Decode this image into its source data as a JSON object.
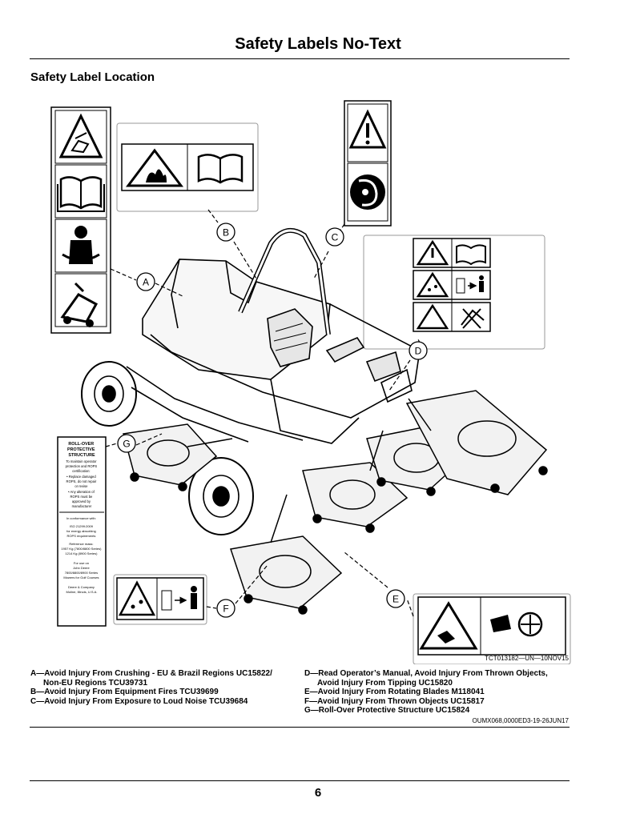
{
  "header": {
    "title": "Safety Labels No-Text"
  },
  "section": {
    "title": "Safety Label Location"
  },
  "figure": {
    "callouts": [
      "A",
      "B",
      "C",
      "D",
      "E",
      "F",
      "G"
    ],
    "rops_label": {
      "title_lines": [
        "ROLL-OVER",
        "PROTECTIVE",
        "STRUCTURE"
      ],
      "body_lines": [
        "To maintain operator",
        "protection and ROPS",
        "certification:",
        "• Replace damaged",
        "ROPS, do not repair",
        "or revise",
        "• Any alteration of",
        "ROPS must be",
        "approved by",
        "manufacturer"
      ],
      "conformance_lines": [
        "In conformance with:",
        "ISO 21299:2009",
        "for energy absorbing",
        "ROPS requirements",
        "Reference mass:",
        "1957 Kg (7800/8800 Series)",
        "1214 Kg (8900 Series)",
        "For use on",
        "John Deere",
        "7800/8800/8900 Series",
        "Mowers for Golf Courses",
        "Deere & Company",
        "Moline, Illinois, U.S.A."
      ]
    },
    "reference": "TCT013182—UN—10NOV15"
  },
  "captions": {
    "left": [
      {
        "text": "A—Avoid Injury From Crushing - EU & Brazil Regions UC15822/",
        "indent": false
      },
      {
        "text": "Non-EU Regions TCU39731",
        "indent": true
      },
      {
        "text": "B—Avoid Injury From Equipment Fires TCU39699",
        "indent": false
      },
      {
        "text": "C—Avoid Injury From Exposure to Loud Noise TCU39684",
        "indent": false
      }
    ],
    "right": [
      {
        "text": "D—Read Operator’s Manual, Avoid Injury From Thrown Objects,",
        "indent": false
      },
      {
        "text": "Avoid Injury From Tipping UC15820",
        "indent": true
      },
      {
        "text": "E—Avoid Injury From Rotating Blades M118041",
        "indent": false
      },
      {
        "text": "F—Avoid Injury From Thrown Objects UC15817",
        "indent": false
      },
      {
        "text": "G—Roll-Over Protective Structure UC15824",
        "indent": false
      }
    ]
  },
  "document_ref": "OUMX068,0000ED3-19-26JUN17",
  "footer": {
    "page_number": "6"
  }
}
